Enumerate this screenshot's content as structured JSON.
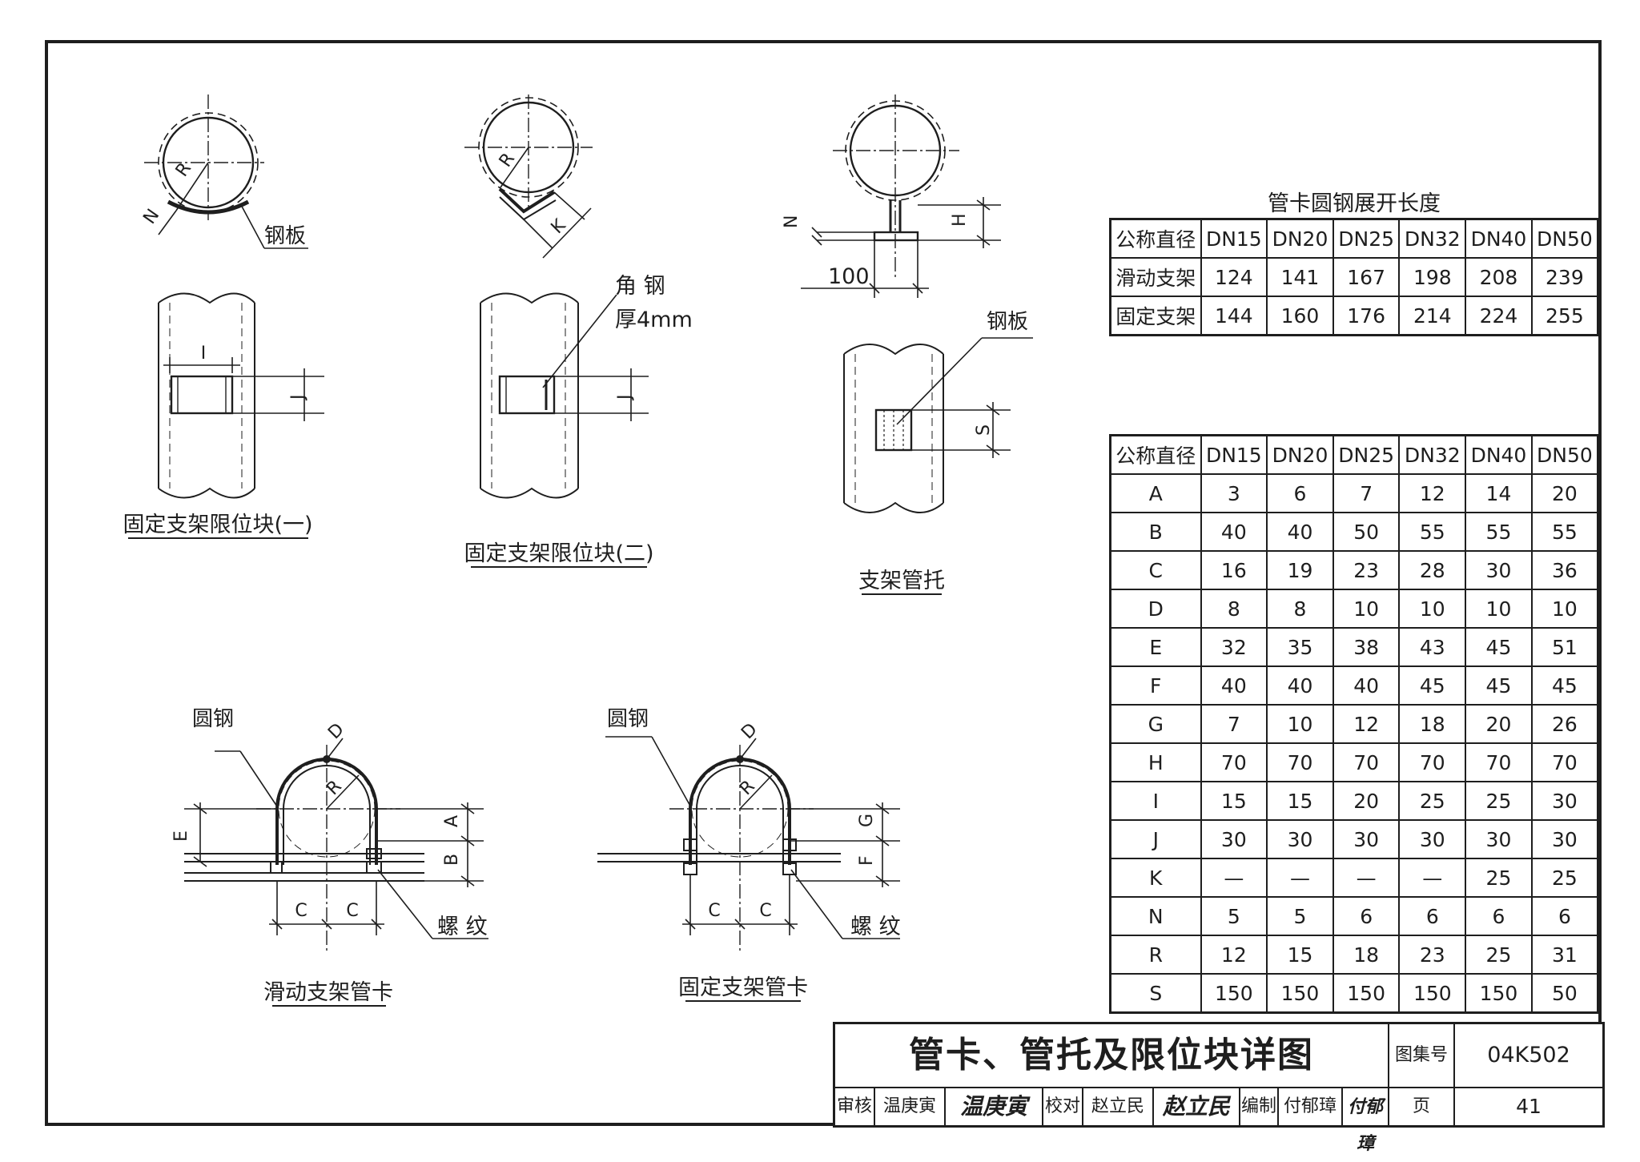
{
  "drawings": {
    "fixed_block_1": {
      "caption": "固定支架限位块(一)",
      "plate_label": "钢板",
      "dim_I": "I",
      "dim_J": "J",
      "dim_R": "R",
      "dim_N": "N"
    },
    "fixed_block_2": {
      "caption": "固定支架限位块(二)",
      "angle_label": "角 钢",
      "thickness_label": "厚4mm",
      "dim_J": "J",
      "dim_R": "R",
      "dim_K": "K"
    },
    "pipe_shoe": {
      "caption": "支架管托",
      "plate_label": "钢板",
      "dim_100": "100",
      "dim_H": "H",
      "dim_N": "N",
      "dim_S": "S"
    },
    "sliding_clamp": {
      "caption": "滑动支架管卡",
      "rod_label": "圆钢",
      "thread_label": "螺 纹",
      "dim_D": "D",
      "dim_R": "R",
      "dim_A": "A",
      "dim_B": "B",
      "dim_E": "E",
      "dim_C1": "C",
      "dim_C2": "C"
    },
    "fixed_clamp": {
      "caption": "固定支架管卡",
      "rod_label": "圆钢",
      "thread_label": "螺 纹",
      "dim_D": "D",
      "dim_R": "R",
      "dim_G": "G",
      "dim_F": "F",
      "dim_C1": "C",
      "dim_C2": "C"
    }
  },
  "length_table": {
    "caption": "管卡圆钢展开长度",
    "header": [
      "公称直径",
      "DN15",
      "DN20",
      "DN25",
      "DN32",
      "DN40",
      "DN50"
    ],
    "rows": [
      [
        "滑动支架",
        "124",
        "141",
        "167",
        "198",
        "208",
        "239"
      ],
      [
        "固定支架",
        "144",
        "160",
        "176",
        "214",
        "224",
        "255"
      ]
    ]
  },
  "dimension_table": {
    "header": [
      "公称直径",
      "DN15",
      "DN20",
      "DN25",
      "DN32",
      "DN40",
      "DN50"
    ],
    "rows": [
      [
        "A",
        "3",
        "6",
        "7",
        "12",
        "14",
        "20"
      ],
      [
        "B",
        "40",
        "40",
        "50",
        "55",
        "55",
        "55"
      ],
      [
        "C",
        "16",
        "19",
        "23",
        "28",
        "30",
        "36"
      ],
      [
        "D",
        "8",
        "8",
        "10",
        "10",
        "10",
        "10"
      ],
      [
        "E",
        "32",
        "35",
        "38",
        "43",
        "45",
        "51"
      ],
      [
        "F",
        "40",
        "40",
        "40",
        "45",
        "45",
        "45"
      ],
      [
        "G",
        "7",
        "10",
        "12",
        "18",
        "20",
        "26"
      ],
      [
        "H",
        "70",
        "70",
        "70",
        "70",
        "70",
        "70"
      ],
      [
        "I",
        "15",
        "15",
        "20",
        "25",
        "25",
        "30"
      ],
      [
        "J",
        "30",
        "30",
        "30",
        "30",
        "30",
        "30"
      ],
      [
        "K",
        "—",
        "—",
        "—",
        "—",
        "25",
        "25"
      ],
      [
        "N",
        "5",
        "5",
        "6",
        "6",
        "6",
        "6"
      ],
      [
        "R",
        "12",
        "15",
        "18",
        "23",
        "25",
        "31"
      ],
      [
        "S",
        "150",
        "150",
        "150",
        "150",
        "150",
        "50"
      ]
    ]
  },
  "title_block": {
    "title": "管卡、管托及限位块详图",
    "atlas_label": "图集号",
    "atlas_no": "04K502",
    "reviewer_label": "审核",
    "reviewer_name": "温庚寅",
    "reviewer_sig": "温庚寅",
    "checker_label": "校对",
    "checker_name": "赵立民",
    "checker_sig": "赵立民",
    "editor_label": "编制",
    "editor_name": "付郁璋",
    "editor_sig": "付郁璋",
    "page_label": "页",
    "page_no": "41"
  }
}
